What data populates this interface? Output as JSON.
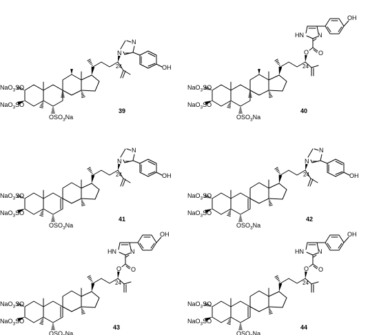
{
  "figure": {
    "compounds": [
      {
        "id": "39",
        "ring": "sat",
        "side": "imid",
        "ox": 0,
        "oy": 0
      },
      {
        "id": "40",
        "ring": "sat",
        "side": "ester",
        "ox": 272,
        "oy": 0
      },
      {
        "id": "41",
        "ring": "ene",
        "side": "imid",
        "ox": 0,
        "oy": 157
      },
      {
        "id": "42",
        "ring": "ene",
        "side": "imid",
        "ox": 272,
        "oy": 157
      },
      {
        "id": "43",
        "ring": "ene",
        "side": "ester",
        "ox": 0,
        "oy": 314
      },
      {
        "id": "44",
        "ring": "ene",
        "side": "ester",
        "ox": 272,
        "oy": 314
      }
    ],
    "labels": {
      "na_so3": "NaO",
      "na_so3_sub": "3",
      "na_so3_tail": "SO",
      "oso3_a": "OSO",
      "oso3_sub": "3",
      "oso3_tail": "Na",
      "nitrogen": "N",
      "imine_n": "N",
      "nh": "HN",
      "oxygen": "O",
      "hydroxyl": "OH",
      "position": "24"
    }
  }
}
